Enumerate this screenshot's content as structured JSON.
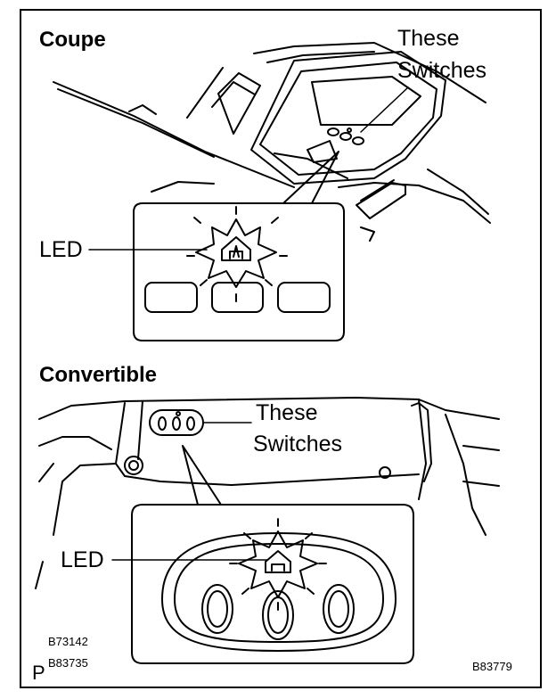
{
  "sections": {
    "coupe": {
      "title": "Coupe",
      "callout_line1": "These",
      "callout_line2": "Switches",
      "led_label": "LED"
    },
    "convertible": {
      "title": "Convertible",
      "callout_line1": "These",
      "callout_line2": "Switches",
      "led_label": "LED"
    }
  },
  "footer": {
    "code_1": "B73142",
    "code_2": "B83735",
    "code_p": "P",
    "code_3": "B83779"
  }
}
